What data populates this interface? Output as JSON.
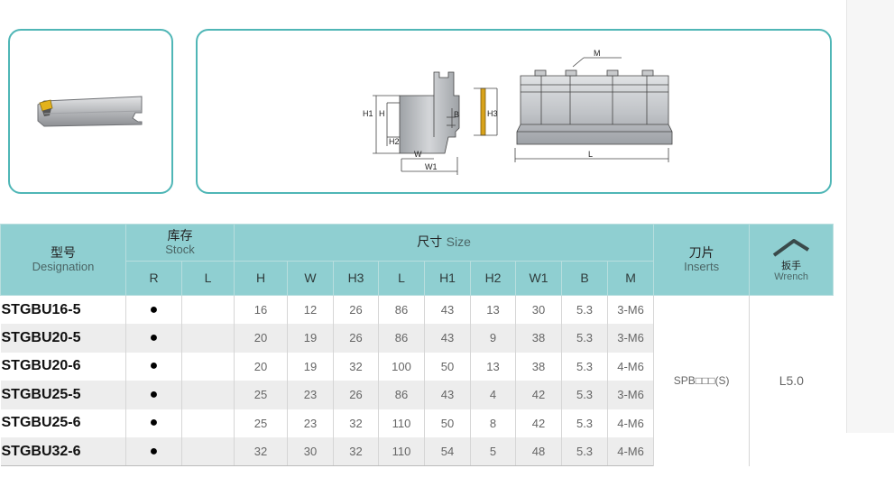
{
  "columns": {
    "designation": {
      "cn": "型号",
      "en": "Designation"
    },
    "stock": {
      "cn": "库存",
      "en": "Stock"
    },
    "size": {
      "cn": "尺寸",
      "en": "Size"
    },
    "inserts": {
      "cn": "刀片",
      "en": "Inserts"
    },
    "wrench": {
      "cn": "扳手",
      "en": "Wrench"
    },
    "stock_sub": [
      "R",
      "L"
    ],
    "size_sub": [
      "H",
      "W",
      "H3",
      "L",
      "H1",
      "H2",
      "W1",
      "B",
      "M"
    ]
  },
  "diagram_labels": {
    "H1": "H1",
    "H": "H",
    "H2": "H2",
    "W": "W",
    "W1": "W1",
    "B": "B",
    "H3": "H3",
    "M": "M",
    "L": "L"
  },
  "rows": [
    {
      "designation": "STGBU16-5",
      "stock_r": "●",
      "stock_l": "",
      "H": "16",
      "W": "12",
      "H3": "26",
      "L": "86",
      "H1": "43",
      "H2": "13",
      "W1": "30",
      "B": "5.3",
      "M": "3-M6"
    },
    {
      "designation": "STGBU20-5",
      "stock_r": "●",
      "stock_l": "",
      "H": "20",
      "W": "19",
      "H3": "26",
      "L": "86",
      "H1": "43",
      "H2": "9",
      "W1": "38",
      "B": "5.3",
      "M": "3-M6"
    },
    {
      "designation": "STGBU20-6",
      "stock_r": "●",
      "stock_l": "",
      "H": "20",
      "W": "19",
      "H3": "32",
      "L": "100",
      "H1": "50",
      "H2": "13",
      "W1": "38",
      "B": "5.3",
      "M": "4-M6"
    },
    {
      "designation": "STGBU25-5",
      "stock_r": "●",
      "stock_l": "",
      "H": "25",
      "W": "23",
      "H3": "26",
      "L": "86",
      "H1": "43",
      "H2": "4",
      "W1": "42",
      "B": "5.3",
      "M": "3-M6"
    },
    {
      "designation": "STGBU25-6",
      "stock_r": "●",
      "stock_l": "",
      "H": "25",
      "W": "23",
      "H3": "32",
      "L": "110",
      "H1": "50",
      "H2": "8",
      "W1": "42",
      "B": "5.3",
      "M": "4-M6"
    },
    {
      "designation": "STGBU32-6",
      "stock_r": "●",
      "stock_l": "",
      "H": "32",
      "W": "30",
      "H3": "32",
      "L": "110",
      "H1": "54",
      "H2": "5",
      "W1": "48",
      "B": "5.3",
      "M": "4-M6"
    }
  ],
  "insert_value": "SPB□□□(S)",
  "wrench_value": "L5.0",
  "colors": {
    "accent": "#4fb6b6",
    "header_bg": "#8fcfd1",
    "row_alt": "#ededed"
  }
}
